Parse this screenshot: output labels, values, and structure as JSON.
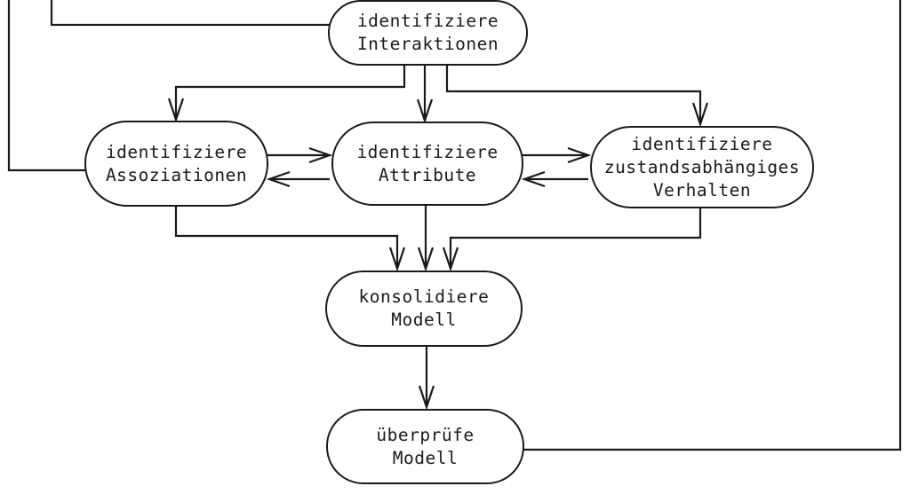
{
  "colors": {
    "background": "#ffffff",
    "line": "#1a1a1a",
    "node_fill": "#ffffff",
    "text": "#1a1a1a"
  },
  "nodes": [
    {
      "id": "identifiziere-interaktionen",
      "label": "identifiziere\nInteraktionen"
    },
    {
      "id": "identifiziere-assoziationen",
      "label": "identifiziere\nAssoziationen"
    },
    {
      "id": "identifiziere-attribute",
      "label": "identifiziere\nAttribute"
    },
    {
      "id": "identifiziere-zustandsabhaengiges-verhalten",
      "label": "identifiziere\nzustandsabhängiges\nVerhalten"
    },
    {
      "id": "konsolidiere-modell",
      "label": "konsolidiere\nModell"
    },
    {
      "id": "ueberpruefe-modell",
      "label": "überprüfe\nModell"
    }
  ],
  "edges": [
    {
      "from": "offscreen-top",
      "to": "identifiziere-assoziationen",
      "arrowhead": "none-visible"
    },
    {
      "from": "offscreen-top",
      "to": "identifiziere-interaktionen",
      "arrowhead": "none-visible"
    },
    {
      "from": "identifiziere-interaktionen",
      "to": "identifiziere-assoziationen",
      "arrowhead": "down"
    },
    {
      "from": "identifiziere-interaktionen",
      "to": "identifiziere-attribute",
      "arrowhead": "down"
    },
    {
      "from": "identifiziere-interaktionen",
      "to": "identifiziere-zustandsabhaengiges-verhalten",
      "arrowhead": "down"
    },
    {
      "from": "identifiziere-assoziationen",
      "to": "identifiziere-attribute",
      "arrowhead": "right"
    },
    {
      "from": "identifiziere-attribute",
      "to": "identifiziere-assoziationen",
      "arrowhead": "left"
    },
    {
      "from": "identifiziere-attribute",
      "to": "identifiziere-zustandsabhaengiges-verhalten",
      "arrowhead": "right"
    },
    {
      "from": "identifiziere-zustandsabhaengiges-verhalten",
      "to": "identifiziere-attribute",
      "arrowhead": "left"
    },
    {
      "from": "identifiziere-assoziationen",
      "to": "konsolidiere-modell",
      "arrowhead": "down"
    },
    {
      "from": "identifiziere-attribute",
      "to": "konsolidiere-modell",
      "arrowhead": "down"
    },
    {
      "from": "identifiziere-zustandsabhaengiges-verhalten",
      "to": "konsolidiere-modell",
      "arrowhead": "down"
    },
    {
      "from": "konsolidiere-modell",
      "to": "ueberpruefe-modell",
      "arrowhead": "down"
    },
    {
      "from": "ueberpruefe-modell",
      "to": "offscreen-top-right",
      "arrowhead": "none-visible"
    }
  ]
}
